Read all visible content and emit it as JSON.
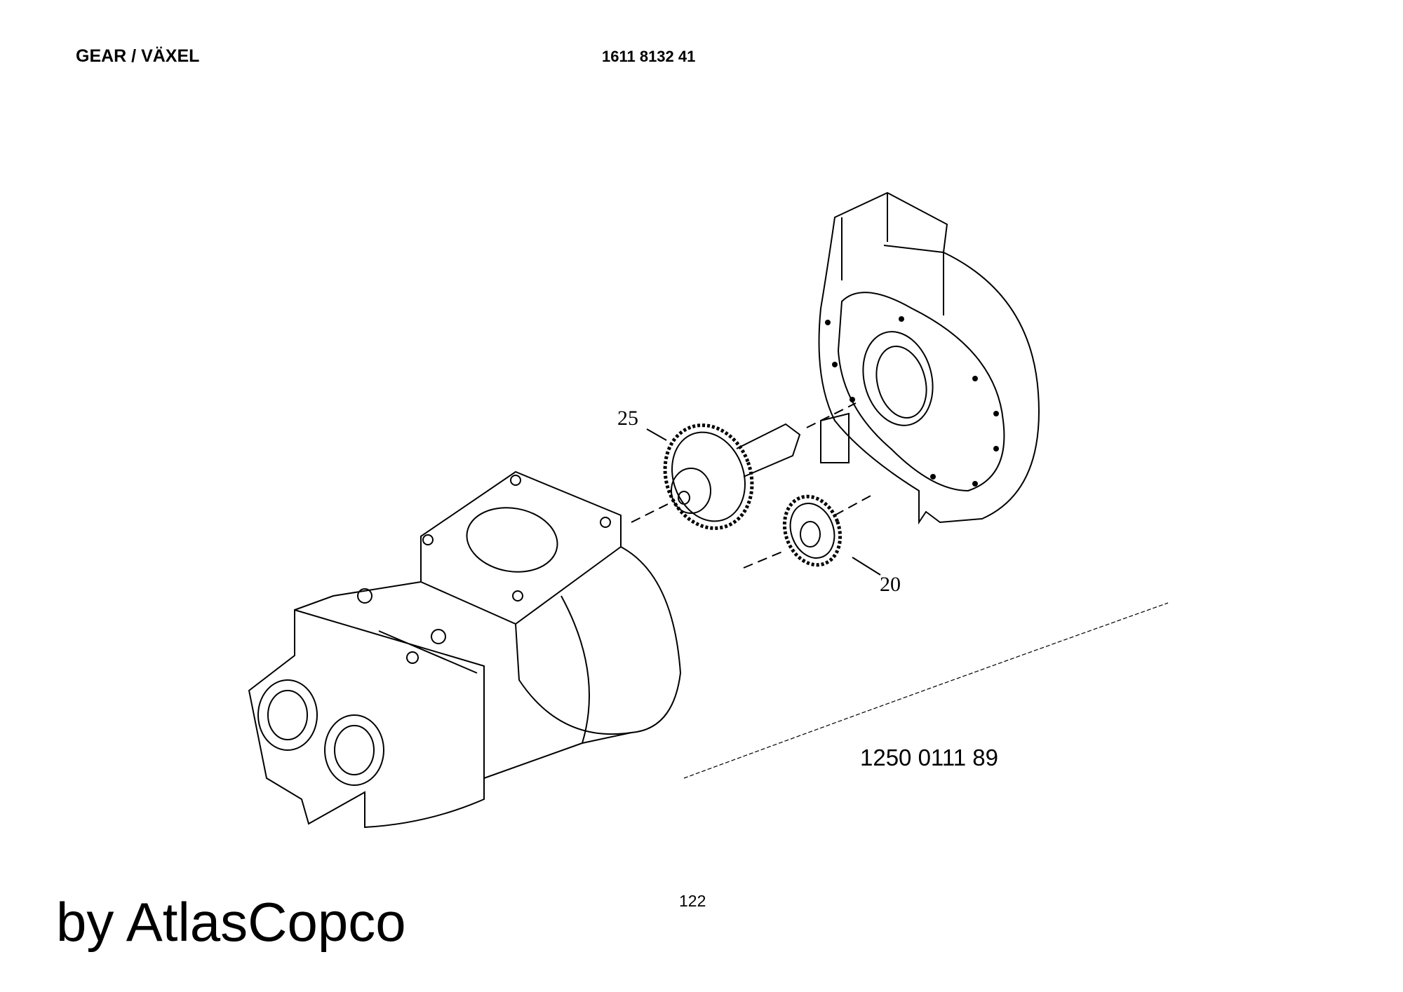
{
  "header": {
    "title": "GEAR / VÄXEL",
    "part_number": "1611 8132 41"
  },
  "drawing": {
    "callouts": [
      "25",
      "20"
    ],
    "drawing_number": "1250 0111 89"
  },
  "footer": {
    "page_number": "122",
    "brand": "by AtlasCopco"
  }
}
